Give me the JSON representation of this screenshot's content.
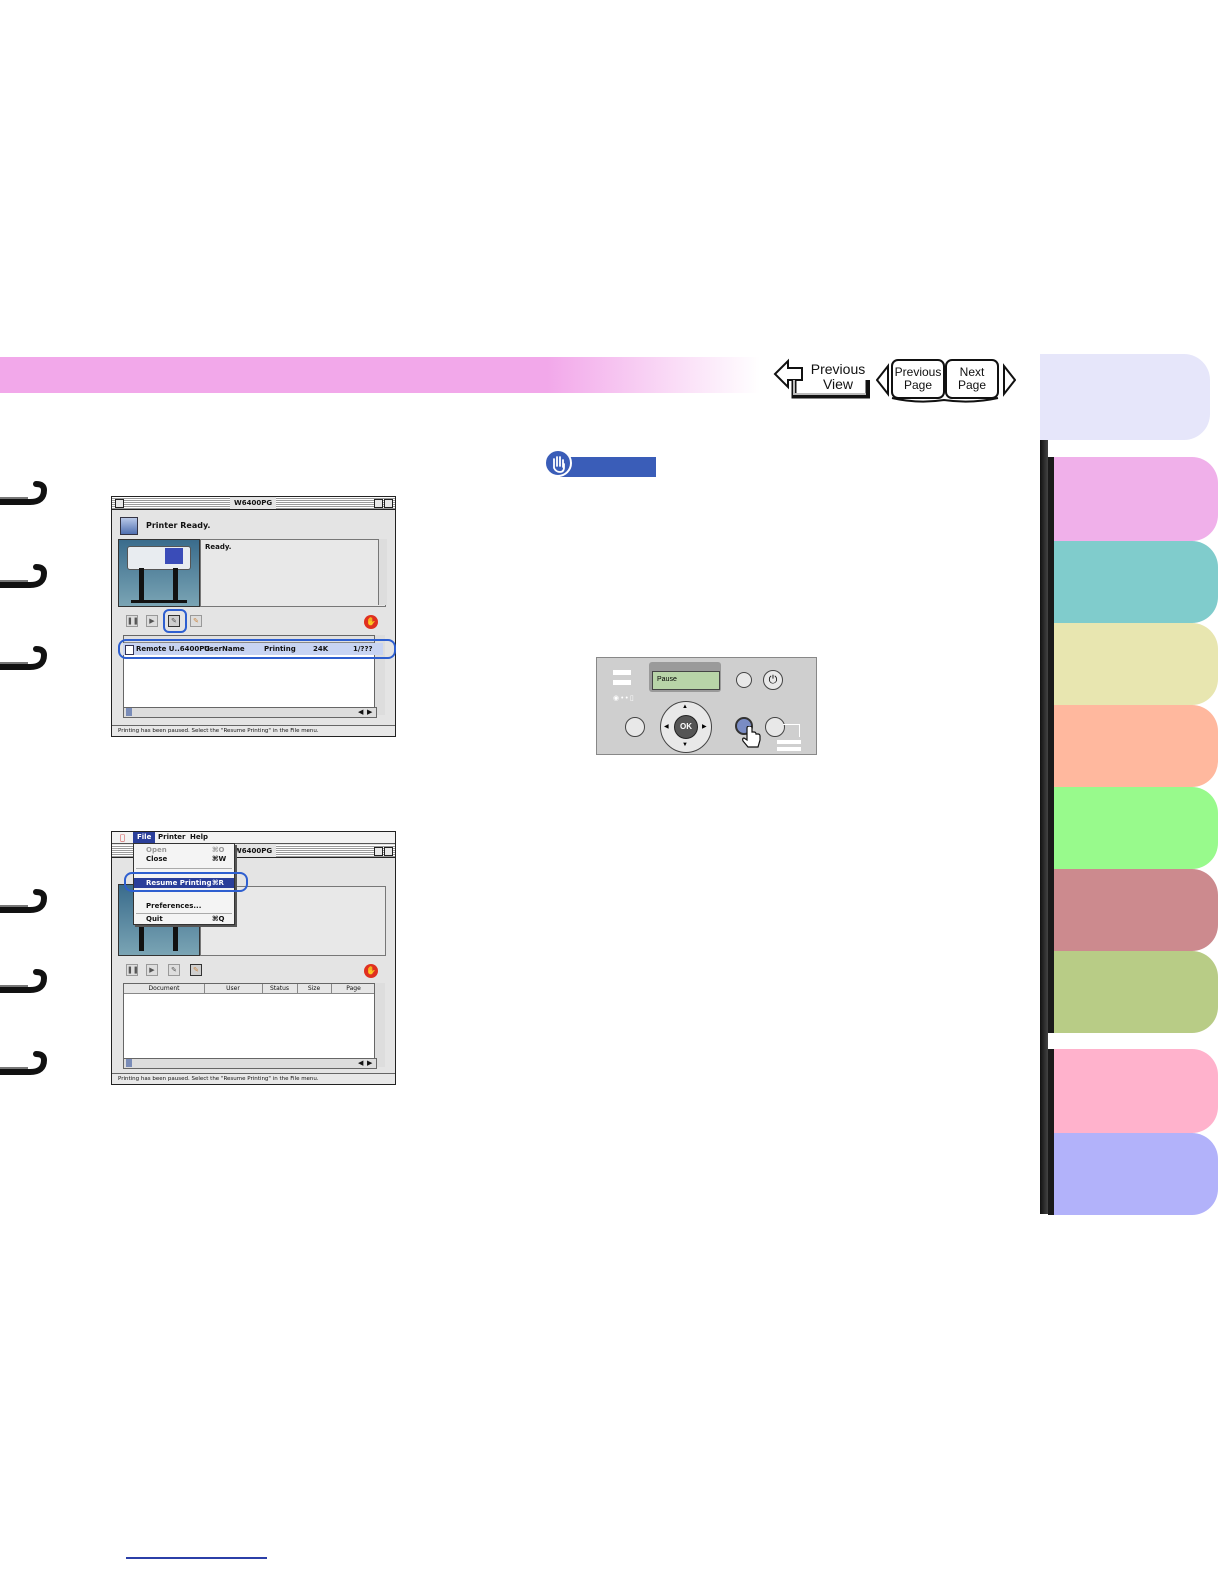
{
  "nav": {
    "previous_view": [
      "Previous",
      "View"
    ],
    "previous_page": [
      "Previous",
      "Page"
    ],
    "next_page": [
      "Next",
      "Page"
    ]
  },
  "window1": {
    "title": "W6400PG",
    "status_title": "Printer Ready.",
    "status_message": "Ready.",
    "job_row": {
      "document": "Remote U..6400PG-",
      "user": "UserName",
      "status": "Printing",
      "size": "24K",
      "page": "1/???"
    },
    "statusbar": "Printing has been paused. Select the \"Resume Printing\" in the File menu."
  },
  "window2": {
    "title": "W6400PG",
    "menubar": [
      "File",
      "Printer",
      "Help"
    ],
    "menu_items": [
      {
        "label": "Open",
        "shortcut": "⌘O",
        "disabled": true
      },
      {
        "label": "Close",
        "shortcut": "⌘W",
        "disabled": false
      },
      {
        "label": "Resume Printing",
        "shortcut": "⌘R",
        "disabled": false,
        "highlighted": true
      },
      {
        "label": "Preferences...",
        "shortcut": "",
        "disabled": false
      },
      {
        "label": "Quit",
        "shortcut": "⌘Q",
        "disabled": false
      }
    ],
    "columns": [
      "Document",
      "User",
      "Status",
      "Size",
      "Page"
    ],
    "statusbar": "Printing has been paused. Select the \"Resume Printing\" in the File menu."
  },
  "panel": {
    "lcd_text": "Pause",
    "ok_label": "OK"
  },
  "colors": {
    "header": "#f2a8ea",
    "tabs": [
      "#e6e6fa",
      "#f0b0ea",
      "#80cccc",
      "#e8e6b0",
      "#ffb89e",
      "#98fa8c",
      "#cc8a8e",
      "#b8cc86",
      "#ffb2cc",
      "#b2b2fa"
    ],
    "highlight": "#2e5fd0"
  }
}
